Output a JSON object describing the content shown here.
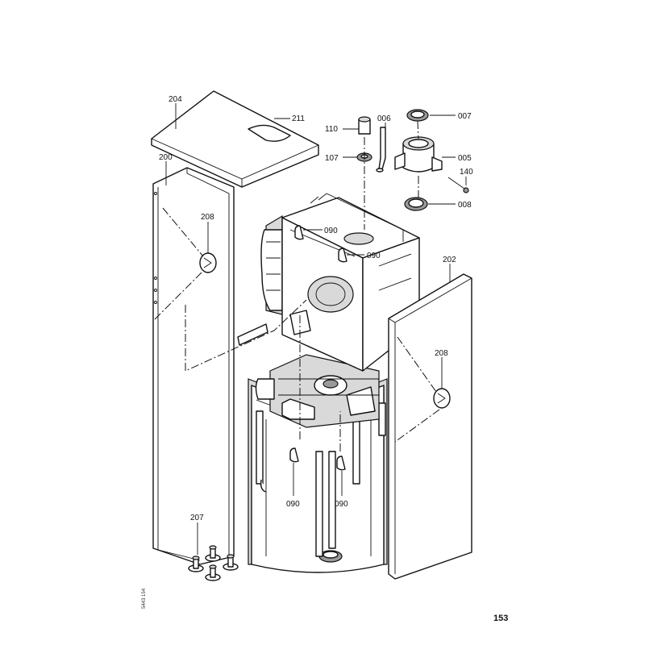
{
  "callouts": {
    "c204": "204",
    "c211": "211",
    "c110": "110",
    "c006": "006",
    "c007": "007",
    "c107": "107",
    "c005": "005",
    "c140": "140",
    "c200": "200",
    "c008": "008",
    "c208a": "208",
    "c090a": "090",
    "c090b": "090",
    "c202": "202",
    "c208b": "208",
    "c090c": "090",
    "c090d": "090",
    "c207": "207"
  },
  "doc_ref": "5443 154",
  "page_number": "153"
}
